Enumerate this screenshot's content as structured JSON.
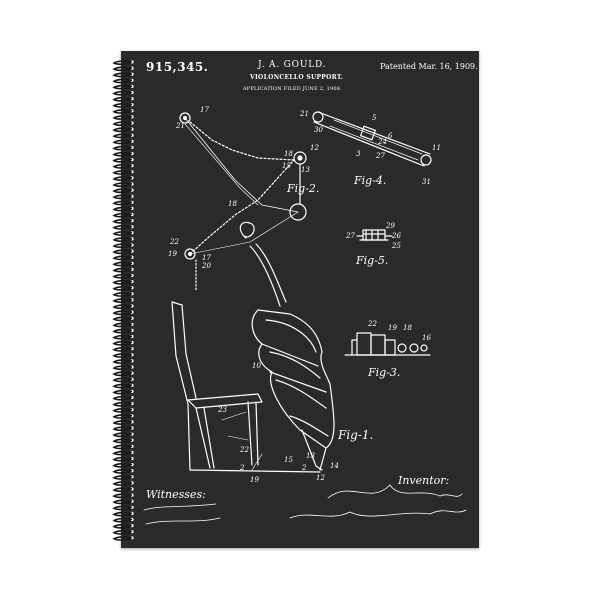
{
  "header": {
    "patent_number": "915,345.",
    "inventor": "J. A. GOULD.",
    "patented": "Patented Mar. 16, 1909.",
    "title": "VIOLONCELLO SUPPORT.",
    "application": "APPLICATION FILED JUNE 2, 1908."
  },
  "figure_labels": {
    "fig1": "Fig-1.",
    "fig2": "Fig-2.",
    "fig3": "Fig-3.",
    "fig4": "Fig-4.",
    "fig5": "Fig-5."
  },
  "signature_block": {
    "witnesses": "Witnesses:",
    "inventor_label": "Inventor:"
  },
  "colors": {
    "notebook_cover": "#2a2a2a",
    "ink": "#ffffff",
    "spiral_wire": "#1a1a1a"
  }
}
